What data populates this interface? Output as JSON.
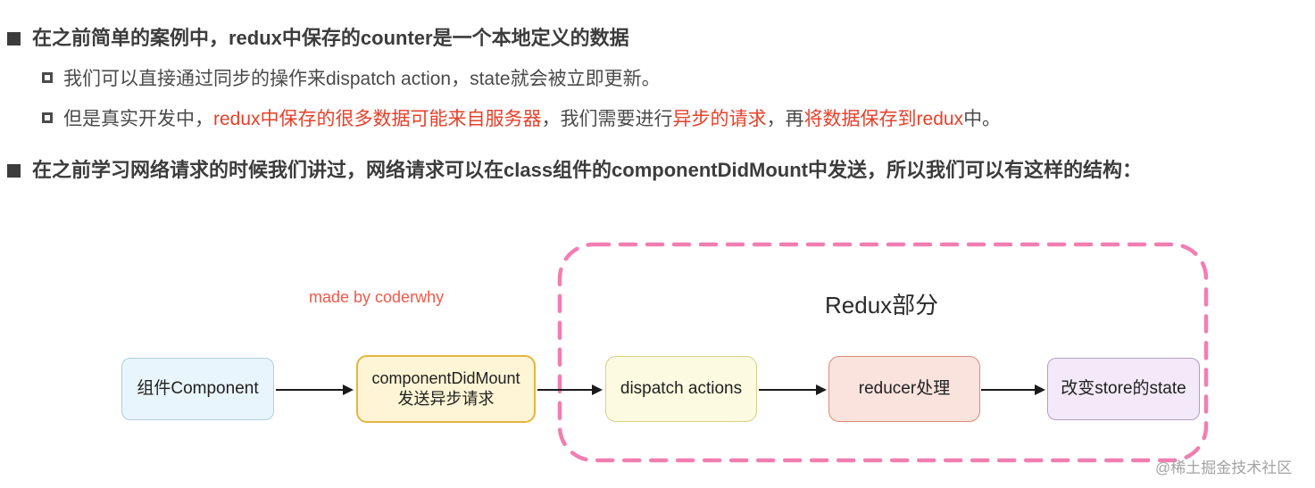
{
  "bullets": {
    "b1": {
      "text": "在之前简单的案例中，redux中保存的counter是一个本地定义的数据"
    },
    "b1_sub1": {
      "text": "我们可以直接通过同步的操作来dispatch action，state就会被立即更新。"
    },
    "b1_sub2": {
      "segments": {
        "s0": "但是真实开发中，",
        "s1": "redux中保存的很多数据可能来自服务器",
        "s2": "，我们需要进行",
        "s3": "异步的请求",
        "s4": "，再",
        "s5": "将数据保存到redux",
        "s6": "中。"
      }
    },
    "b2": {
      "text": "在之前学习网络请求的时候我们讲过，网络请求可以在class组件的componentDidMount中发送，所以我们可以有这样的结构："
    }
  },
  "diagram": {
    "author_watermark": "made by coderwhy",
    "region_label": "Redux部分",
    "nodes": {
      "component": {
        "line1": "组件Component"
      },
      "cdm": {
        "line1": "componentDidMount",
        "line2": "发送异步请求"
      },
      "dispatch": {
        "line1": "dispatch actions"
      },
      "reducer": {
        "line1": "reducer处理"
      },
      "state": {
        "line1": "改变store的state"
      }
    },
    "colors": {
      "dashed_border": "#f27eb1",
      "arrow": "#1a1a1a",
      "node_component_bg": "#e9f5fc",
      "node_cdm_bg": "#fdf5d5",
      "node_dispatch_bg": "#fcfae0",
      "node_reducer_bg": "#fae3dd",
      "node_state_bg": "#f3e9f8",
      "accent_red": "#e7402a"
    }
  },
  "footer": {
    "site_watermark": "@稀土掘金技术社区"
  }
}
